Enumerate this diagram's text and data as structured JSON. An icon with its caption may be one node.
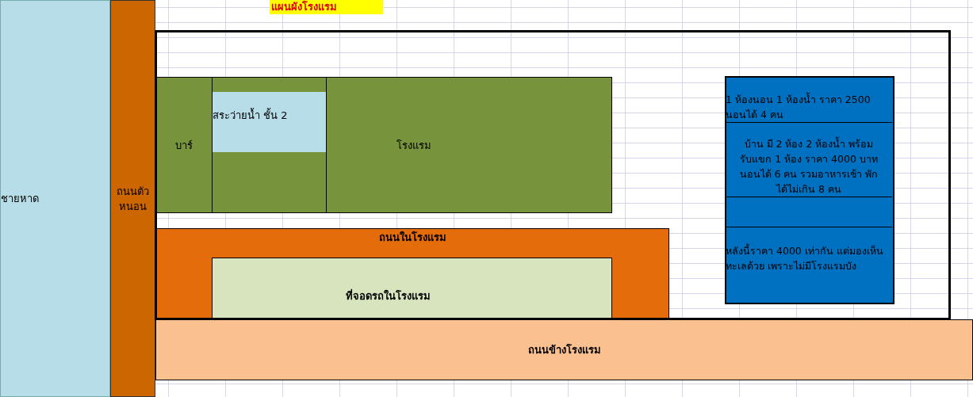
{
  "diagram": {
    "title": "แผนผังโรงแรม",
    "nodes": [
      {
        "text": [
          "ชายหาด"
        ]
      },
      {
        "text": [
          "ถนนตัวหนอน"
        ]
      },
      {
        "text": [],
        "shape": "box"
      },
      {
        "text": [
          "บาร์"
        ],
        "in": 2
      },
      {
        "text": [],
        "shape": "box",
        "in": 2
      },
      {
        "text": [
          "สระว่ายน้ำ ชั้น 2"
        ],
        "in": 4
      },
      {
        "text": [
          "โรงแรม"
        ],
        "in": 2
      },
      {
        "text": [
          "ถนนในโรงแรม"
        ],
        "in": 2
      },
      {
        "text": [
          "ที่จอดรถในโรงแรม"
        ],
        "in": 7
      },
      {
        "text": [],
        "shape": "box",
        "in": 2
      },
      {
        "text": [
          "1 ห้องนอน 1 ห้องน้ำ ราคา 2500 นอนได้ 4 คน"
        ],
        "in": 9
      },
      {
        "text": [
          "บ้าน มี 2 ห้อง 2 ห้องน้ำ พร้อมรับแขก 1 ห้อง ราคา 4000 บาท นอนได้ 6 คน รวมอาหารเช้า พักได้ไม่เกิน 8 คน"
        ],
        "in": 9
      },
      {
        "text": [],
        "shape": "box",
        "in": 9
      },
      {
        "text": [
          "หลังนี้ราคา 4000 เท่ากัน แต่มองเห็นทะเลด้วย เพราะไม่มีโรงแรมบัง"
        ],
        "in": 9
      },
      {
        "text": [
          "ถนนข้างโรงแรม"
        ]
      }
    ],
    "edges": []
  }
}
